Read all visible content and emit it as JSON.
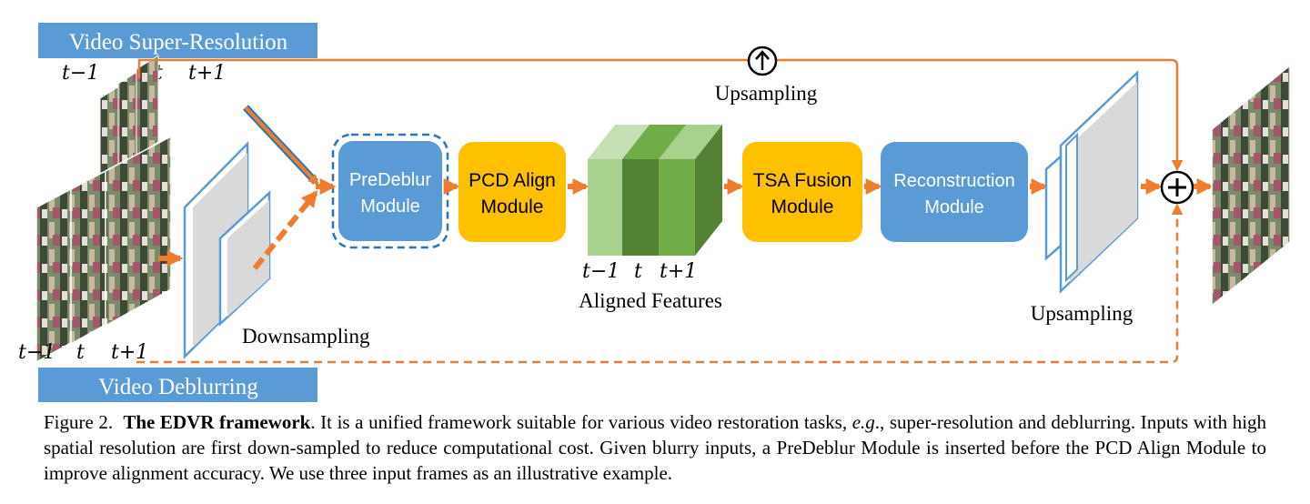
{
  "diagram": {
    "top_label": "Video Super-Resolution",
    "bottom_label": "Video Deblurring",
    "frame_labels": {
      "prev": "t−1",
      "cur": "t",
      "next": "t+1"
    },
    "downsampling": "Downsampling",
    "upsampling_top": "Upsampling",
    "upsampling_right": "Upsampling",
    "aligned_features": "Aligned Features",
    "modules": {
      "predeblur": [
        "PreDeblur",
        "Module"
      ],
      "pcd": [
        "PCD Align",
        "Module"
      ],
      "tsa": [
        "TSA Fusion",
        "Module"
      ],
      "recon": [
        "Reconstruction",
        "Module"
      ]
    },
    "colors": {
      "arrow": "#ED7D31",
      "label_bg": "#5B9BD5",
      "blue_module": "#5B9BD5",
      "yellow_module": "#FFC000",
      "feature_light": "#A9D18E",
      "feature_dark": "#548235",
      "feature_mid": "#70AD47",
      "dash_border": "#2E75B6"
    }
  },
  "caption": {
    "prefix": "Figure 2.",
    "title": "The EDVR framework",
    "part1": ". It is a unified framework suitable for various video restoration tasks,",
    "eg": "e.g",
    "part2": "., super-resolution and deblurring. Inputs with high spatial resolution are first down-sampled to reduce computational cost. Given blurry inputs, a PreDeblur Module is inserted before the PCD Align Module to improve alignment accuracy. We use three input frames as an illustrative example."
  }
}
